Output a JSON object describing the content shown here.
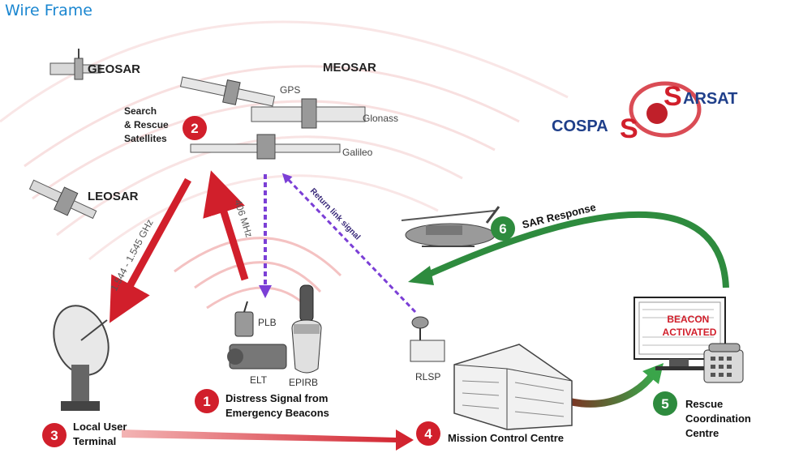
{
  "page": {
    "title": "Wire Frame"
  },
  "satellites": {
    "geosar": "GEOSAR",
    "meosar": "MEOSAR",
    "leosar": "LEOSAR",
    "gps": "GPS",
    "glonass": "Glonass",
    "galileo": "Galileo",
    "group_label": [
      "Search",
      "& Rescue",
      "Satellites"
    ]
  },
  "logo": {
    "left": "COSPA",
    "mid": "S",
    "right": "ARSAT",
    "s2": "S"
  },
  "signals": {
    "downlink": "1.544 - 1.545 GHz",
    "uplink": "406 MHz",
    "return_link": "Return link signal"
  },
  "beacons": {
    "plb": "PLB",
    "elt": "ELT",
    "epirb": "EPIRB"
  },
  "stations": {
    "rlsp": "RLSP"
  },
  "screen": {
    "line1": "BEACON",
    "line2": "ACTIVATED"
  },
  "steps": [
    {
      "num": "1",
      "lines": [
        "Distress Signal from",
        "Emergency Beacons"
      ],
      "color": "#d11f2b"
    },
    {
      "num": "2",
      "lines": [],
      "color": "#d11f2b"
    },
    {
      "num": "3",
      "lines": [
        "Local User",
        "Terminal"
      ],
      "color": "#d11f2b"
    },
    {
      "num": "4",
      "lines": [
        "Mission Control Centre"
      ],
      "color": "#d11f2b"
    },
    {
      "num": "5",
      "lines": [
        "Rescue",
        "Coordination",
        "Centre"
      ],
      "color": "#2e8b3e"
    },
    {
      "num": "6",
      "lines": [
        "SAR Response"
      ],
      "color": "#2e8b3e"
    }
  ],
  "colors": {
    "red": "#d11f2b",
    "green": "#2e8b3e",
    "purple": "#7b3fd6",
    "title_blue": "#1a86d0"
  }
}
